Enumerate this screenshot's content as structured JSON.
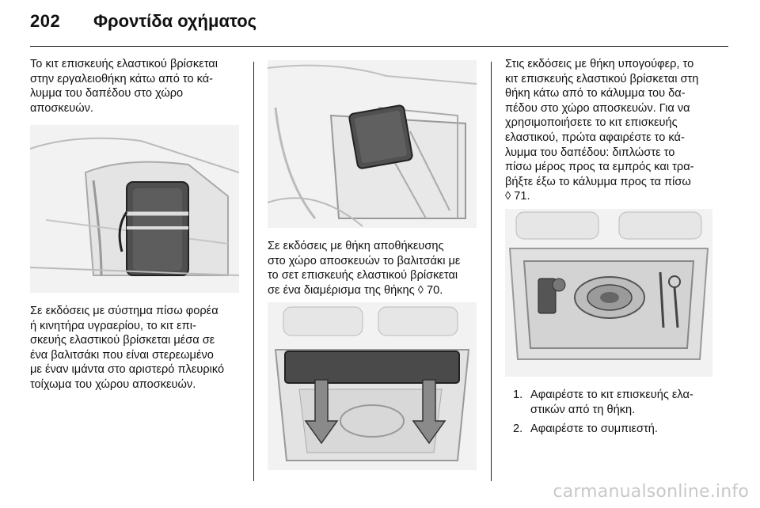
{
  "header": {
    "page_number": "202",
    "title": "Φροντίδα οχήματος"
  },
  "col1": {
    "para1": [
      "Το κιτ επισκευής ελαστικού βρίσκεται",
      "στην εργαλειοθήκη κάτω από το κά-",
      "λυμμα του δαπέδου στο χώρο",
      "αποσκευών."
    ],
    "para2": [
      "Σε εκδόσεις με σύστημα πίσω φορέα",
      "ή κινητήρα υγραερίου, το κιτ επι-",
      "σκευής ελαστικού βρίσκεται μέσα σε",
      "ένα βαλιτσάκι που είναι στερεωμένο",
      "με έναν ιμάντα στο αριστερό πλευρικό",
      "τοίχωμα του χώρου αποσκευών."
    ]
  },
  "col2": {
    "para1": [
      "Σε εκδόσεις με θήκη αποθήκευσης",
      "στο χώρο αποσκευών το βαλιτσάκι με",
      "το σετ επισκευής ελαστικού βρίσκεται",
      "σε ένα διαμέρισμα της θήκης ◊ 70."
    ]
  },
  "col3": {
    "para1": [
      "Στις εκδόσεις με θήκη υπογούφερ, το",
      "κιτ επισκευής ελαστικού βρίσκεται στη",
      "θήκη κάτω από το κάλυμμα του δα-",
      "πέδου στο χώρο αποσκευών. Για να",
      "χρησιμοποιήσετε το κιτ επισκευής",
      "ελαστικού, πρώτα αφαιρέστε το κά-",
      "λυμμα του δαπέδου: διπλώστε το",
      "πίσω μέρος προς τα εμπρός και τρα-",
      "βήξτε έξω το κάλυμμα προς τα πίσω",
      "◊ 71."
    ],
    "steps": [
      {
        "num": "1.",
        "lines": [
          "Αφαιρέστε το κιτ επισκευής ελα-",
          "στικών από τη θήκη."
        ]
      },
      {
        "num": "2.",
        "lines": [
          "Αφαιρέστε το συμπιεστή."
        ]
      }
    ]
  },
  "watermark": "carmanualsonline.info",
  "colors": {
    "text": "#111111",
    "illustration_bg": "#f4f4f4",
    "watermark": "#c8c8c8"
  }
}
